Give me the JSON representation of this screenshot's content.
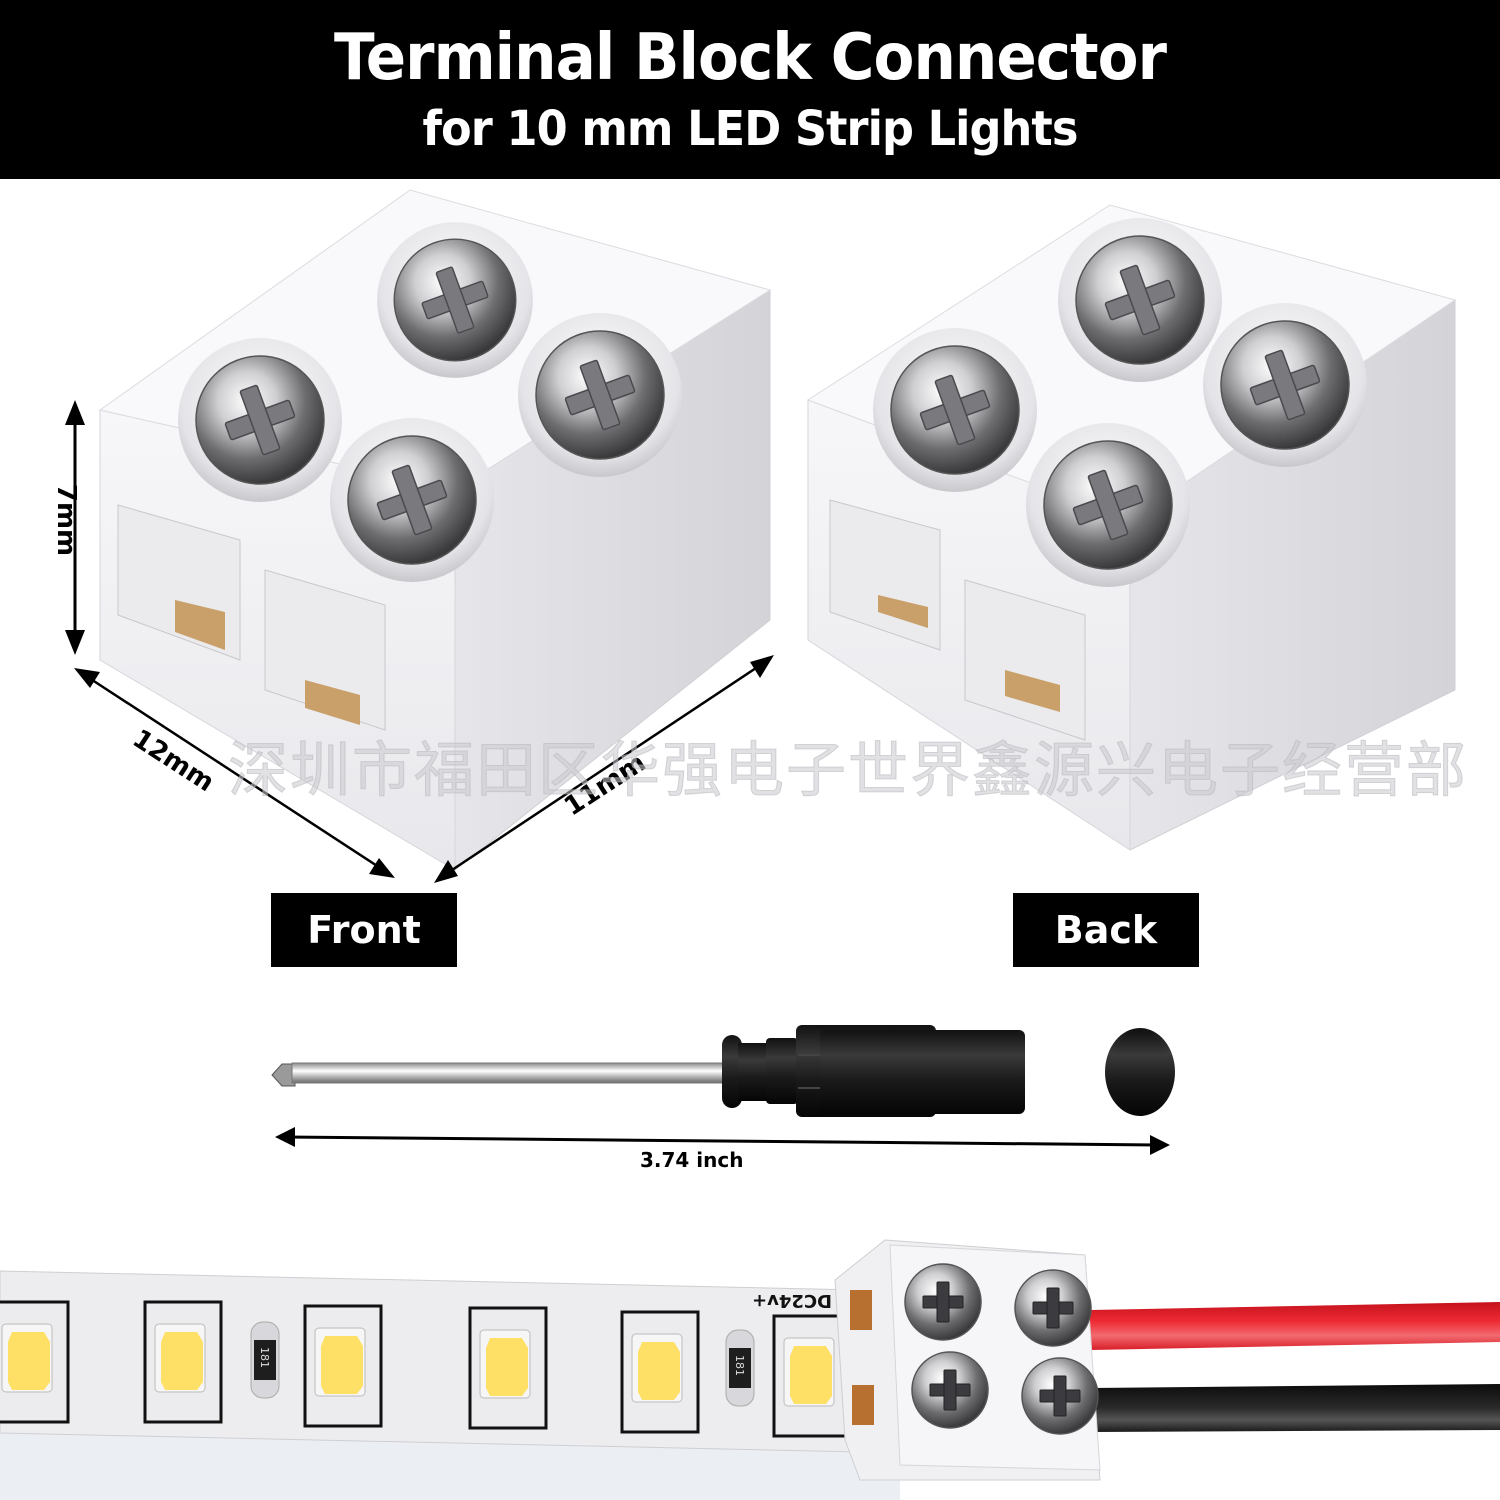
{
  "header": {
    "title": "Terminal Block Connector",
    "subtitle": "for 10 mm LED Strip Lights"
  },
  "dimensions": {
    "height": "7mm",
    "length": "12mm",
    "width": "11mm"
  },
  "views": {
    "front_label": "Front",
    "back_label": "Back"
  },
  "screwdriver": {
    "length_label": "3.74 inch"
  },
  "led_strip": {
    "pcb_marking": "DC24v+",
    "resistor_code": "181",
    "minus_marking": "—",
    "led_color": "#FFE066",
    "wire_colors": [
      "#E8222E",
      "#1A1A1A"
    ]
  },
  "watermark": "深圳市福田区华强电子世界鑫源兴电子经营部",
  "colors": {
    "header_bg": "#000000",
    "header_text": "#FFFFFF",
    "connector_body": "#F2F2F4",
    "contact_gold": "#C9A06A"
  }
}
